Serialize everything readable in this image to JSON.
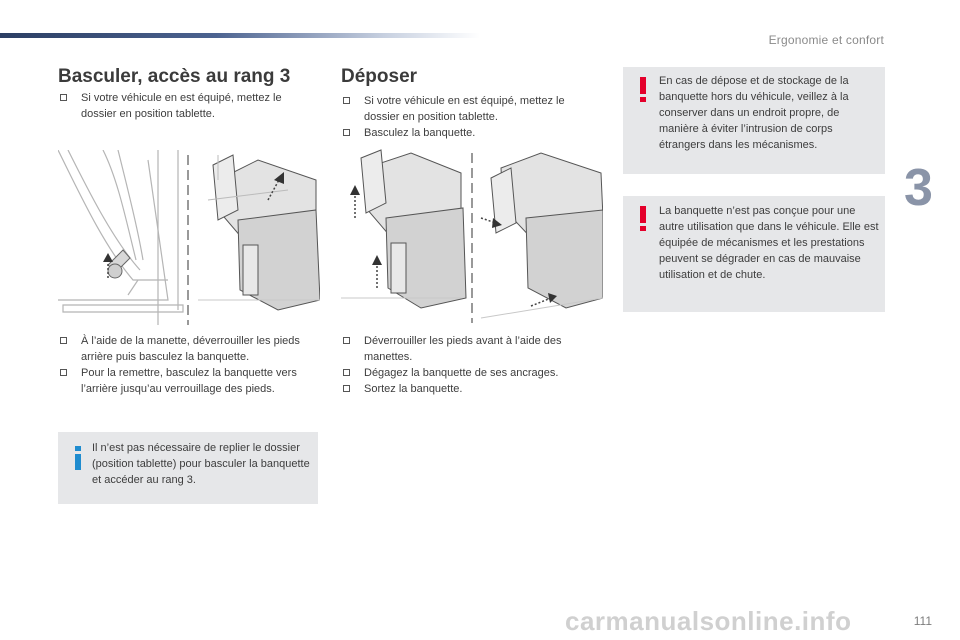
{
  "header": {
    "section": "Ergonomie et confort",
    "chapter_number": "3"
  },
  "left": {
    "title": "Basculer, accès au rang 3",
    "intro_items": [
      "Si votre véhicule en est équipé, mettez le dossier en position tablette."
    ],
    "steps": [
      "À l’aide de la manette, déverrouiller les pieds arrière puis basculez la banquette.",
      "Pour la remettre, basculez la banquette vers l’arrière jusqu’au verrouillage des pieds."
    ],
    "info_text": "Il n’est pas nécessaire de replier le dossier (position tablette) pour basculer la banquette et accéder au rang 3."
  },
  "middle": {
    "title": "Déposer",
    "intro_items": [
      "Si votre véhicule en est équipé, mettez le dossier en position tablette.",
      "Basculez la banquette."
    ],
    "steps": [
      "Déverrouiller les pieds avant à l’aide des manettes.",
      "Dégagez la banquette de ses ancrages.",
      "Sortez la banquette."
    ]
  },
  "right": {
    "warning1": "En cas de dépose et de stockage de la banquette hors du véhicule, veillez à la conserver dans un endroit propre, de manière à éviter l’intrusion de corps étrangers dans les mécanismes.",
    "warning2": "La banquette n’est pas conçue pour une autre utilisation que dans le véhicule. Elle est équipée de mécanismes et les prestations peuvent se dégrader en cas de mauvaise utilisation et de chute."
  },
  "footer": {
    "page_number": "111",
    "watermark": "carmanualsonline.info"
  },
  "colors": {
    "warning": "#e4002b",
    "info": "#1f8ccf",
    "box_bg": "#e6e7e9"
  }
}
